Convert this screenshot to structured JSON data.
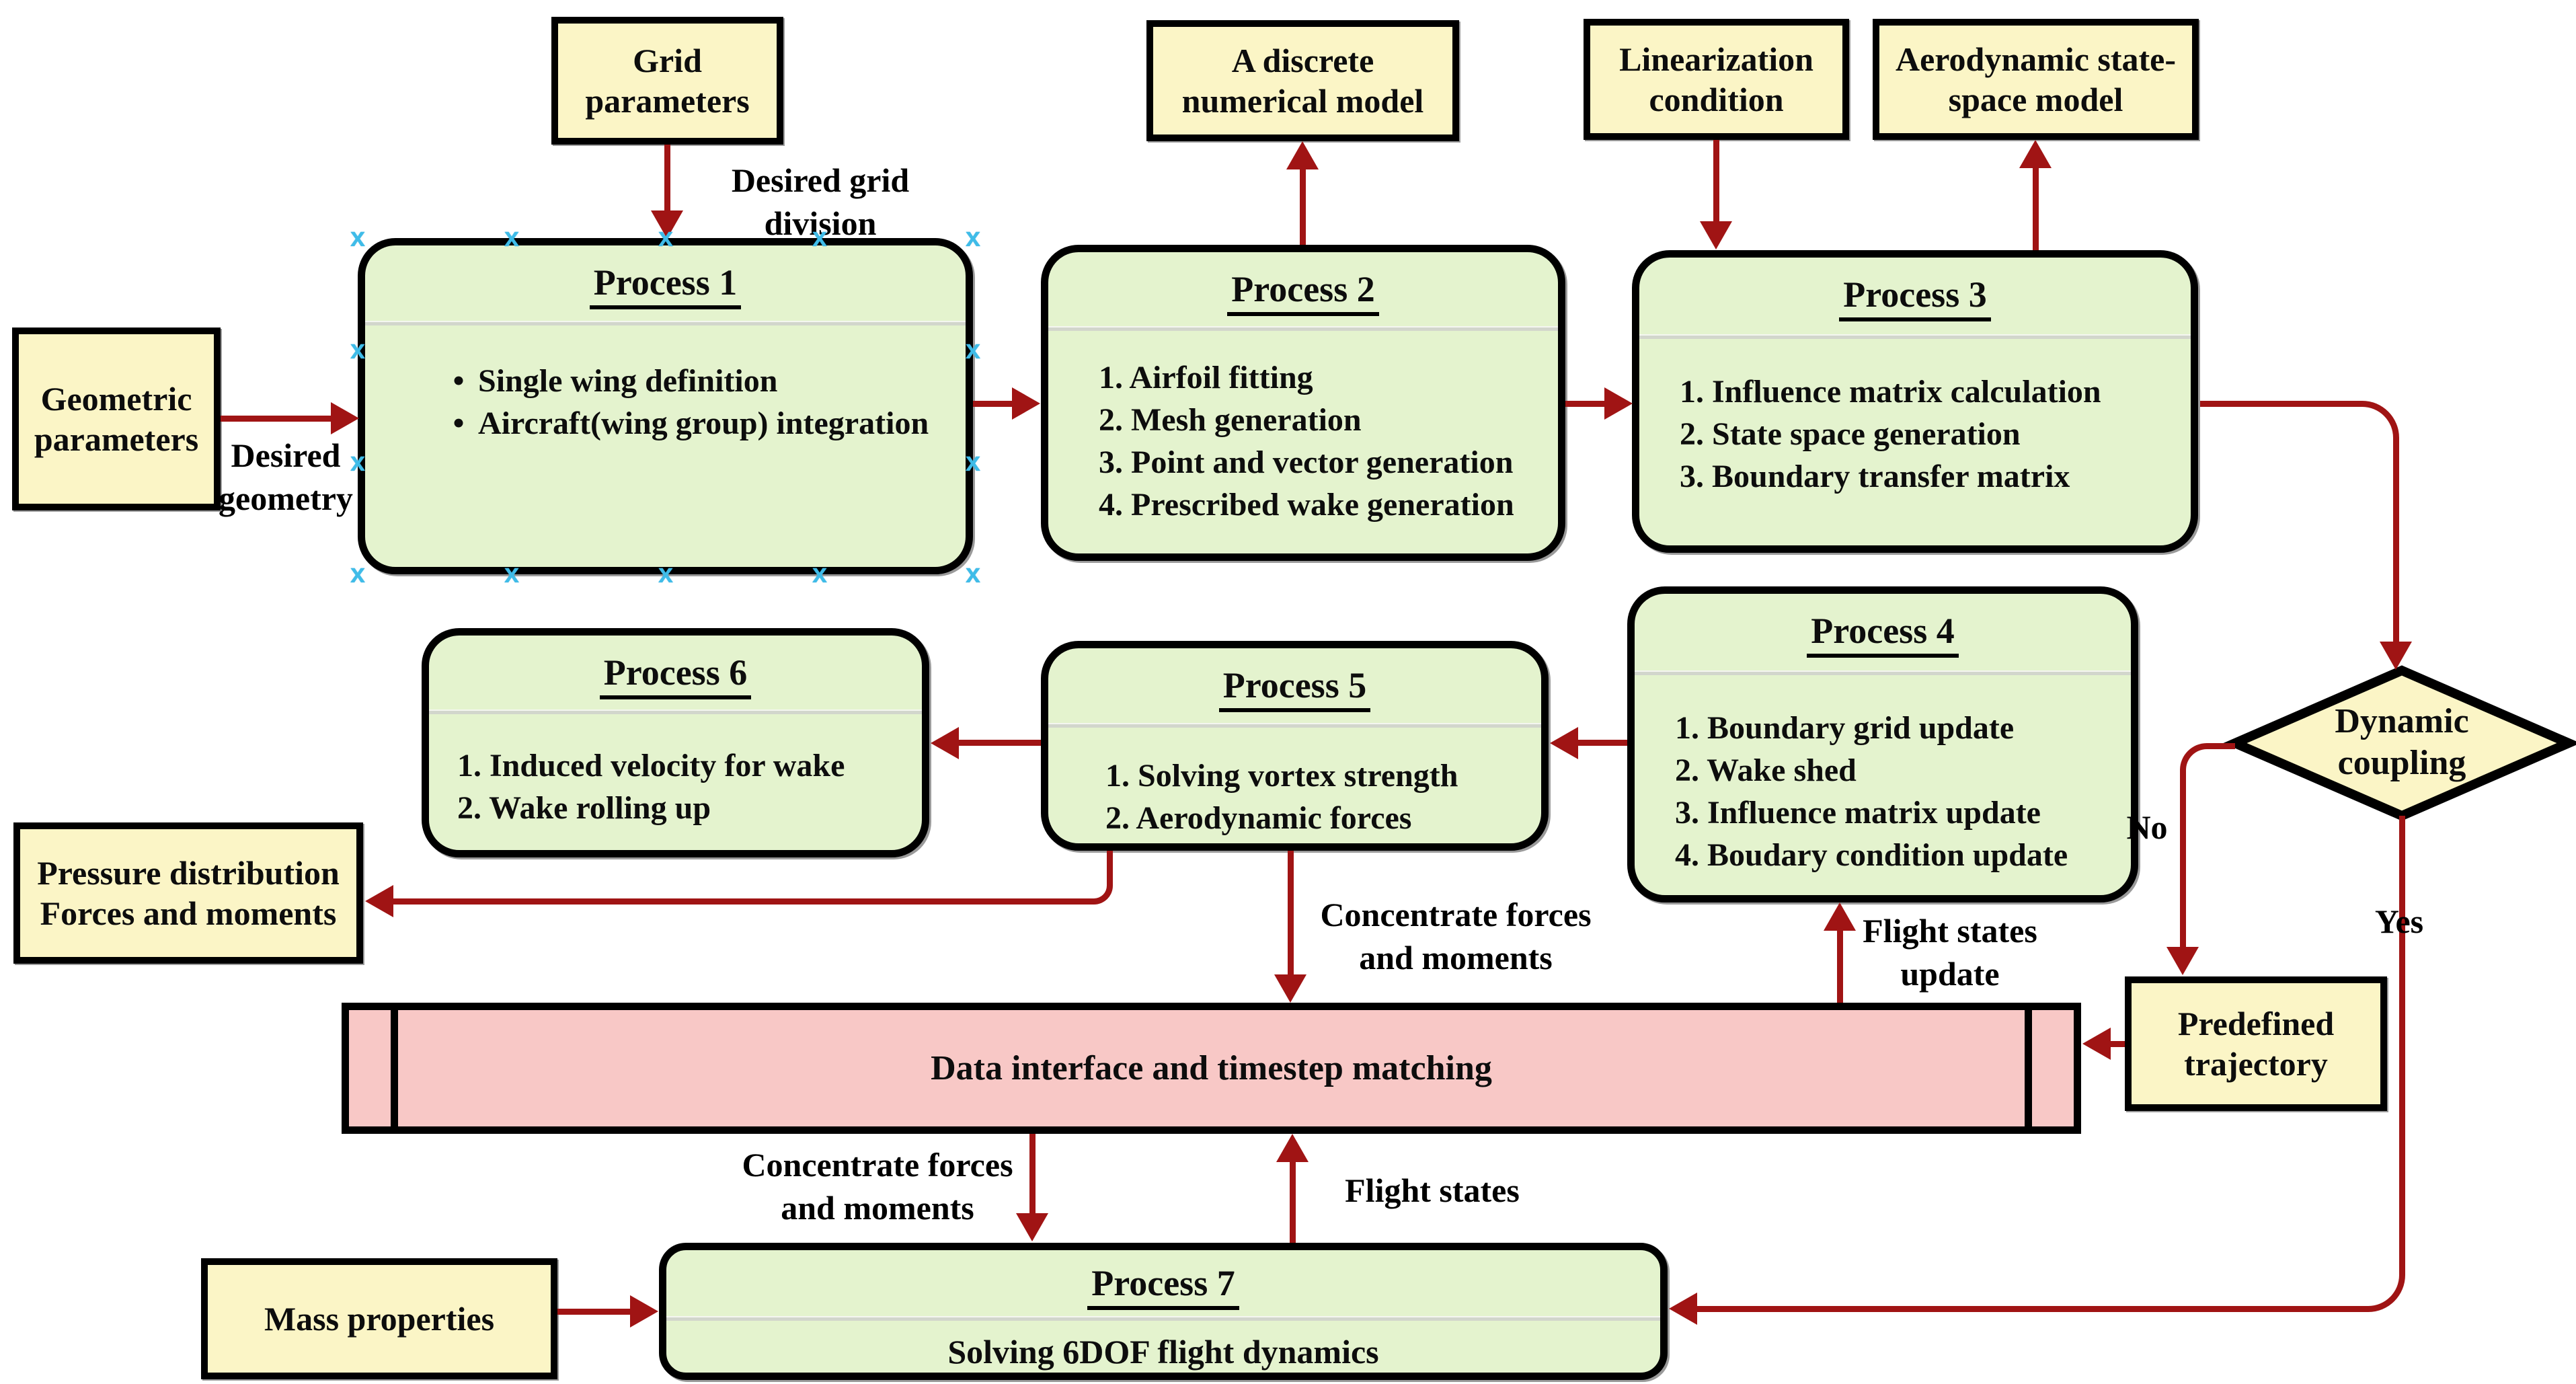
{
  "ui": {
    "bullet": "•",
    "handle_glyph": "x"
  },
  "colors": {
    "arrow": "#A01414",
    "terminal_fill": "#FBF5C6",
    "process_fill": "#E4F3CE",
    "bar_fill": "#F8C8C6",
    "selection_handle": "#3FBCE8",
    "border": "#000000"
  },
  "nodes": {
    "grid_parameters": {
      "label": "Grid parameters"
    },
    "discrete_model": {
      "label": "A discrete numerical model"
    },
    "linearization": {
      "label": "Linearization condition"
    },
    "aero_state_space": {
      "label": "Aerodynamic state-space model"
    },
    "geometric_parameters": {
      "label": "Geometric parameters"
    },
    "pressure_output": {
      "line1": "Pressure distribution",
      "line2": "Forces and moments"
    },
    "predefined_trajectory": {
      "label": "Predefined trajectory"
    },
    "mass_properties": {
      "label": "Mass properties"
    }
  },
  "processes": [
    {
      "title": "Process 1",
      "items": [
        "Single wing definition",
        "Aircraft(wing group) integration"
      ]
    },
    {
      "title": "Process 2",
      "items": [
        "1. Airfoil fitting",
        "2. Mesh generation",
        "3. Point and vector generation",
        "4. Prescribed wake generation"
      ]
    },
    {
      "title": "Process 3",
      "items": [
        "1. Influence matrix calculation",
        "2. State space generation",
        "3. Boundary transfer matrix"
      ]
    },
    {
      "title": "Process 4",
      "items": [
        "1. Boundary grid update",
        "2. Wake shed",
        "3. Influence matrix update",
        "4. Boudary condition update"
      ]
    },
    {
      "title": "Process 5",
      "items": [
        "1. Solving vortex strength",
        "2. Aerodynamic forces"
      ]
    },
    {
      "title": "Process 6",
      "items": [
        "1. Induced velocity for wake",
        "2. Wake rolling up"
      ]
    },
    {
      "title": "Process 7",
      "body": "Solving 6DOF flight dynamics"
    }
  ],
  "decision": {
    "label": "Dynamic coupling",
    "yes": "Yes",
    "no": "No"
  },
  "bar": {
    "label": "Data interface and timestep matching"
  },
  "edge_labels": {
    "desired_grid": "Desired grid division",
    "desired_geometry": "Desired geometry",
    "concentrate_upper": "Concentrate forces and moments",
    "flight_states_update": "Flight states update",
    "concentrate_lower": "Concentrate forces and moments",
    "flight_states": "Flight states"
  }
}
